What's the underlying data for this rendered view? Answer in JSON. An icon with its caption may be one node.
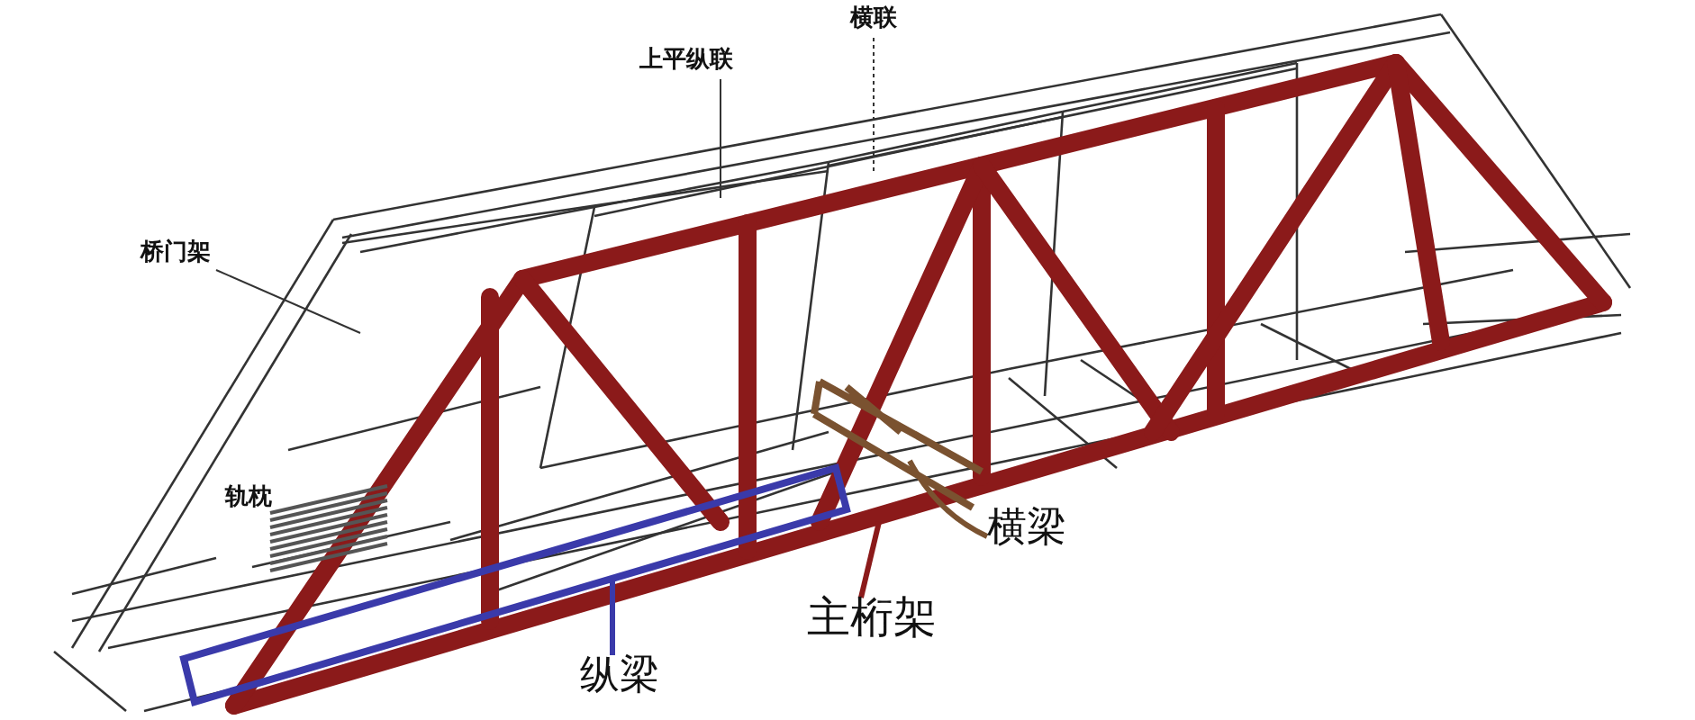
{
  "diagram": {
    "nodes": [
      {
        "text": [
          "横联"
        ]
      },
      {
        "text": [
          "上平纵联"
        ]
      },
      {
        "text": [
          "桥门架"
        ]
      },
      {
        "text": [
          "横梁"
        ]
      },
      {
        "text": [
          "主桁架"
        ]
      },
      {
        "text": [
          "纵梁"
        ]
      },
      {
        "text": [],
        "shape": "box"
      }
    ],
    "edges": [
      {
        "from": 0,
        "to": null,
        "arrow": "none",
        "style": "dashed"
      },
      {
        "from": 1,
        "to": null,
        "arrow": "none"
      },
      {
        "from": 2,
        "to": null,
        "arrow": "none"
      },
      {
        "from": 3,
        "to": null,
        "arrow": "none",
        "style": "thick",
        "color": "#7a5230"
      },
      {
        "from": 4,
        "to": null,
        "arrow": "none",
        "style": "thick",
        "color": "#8b1a1a"
      },
      {
        "from": 5,
        "to": 6,
        "arrow": "none",
        "style": "thick",
        "color": "#3a3aaa"
      }
    ],
    "labels": [
      "轨枕"
    ]
  }
}
